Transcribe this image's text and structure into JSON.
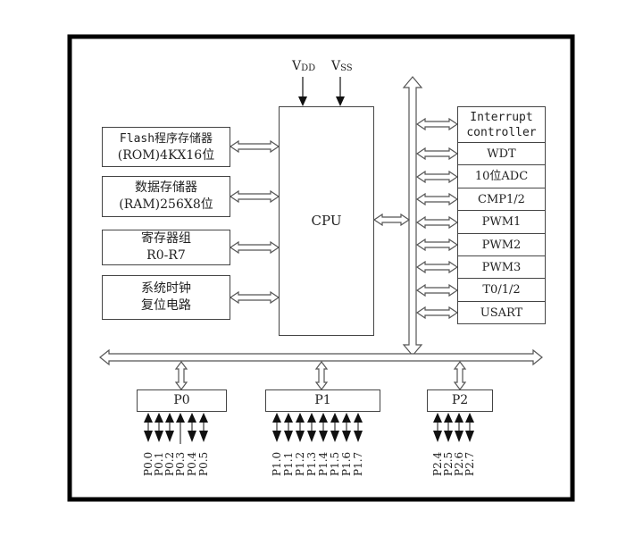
{
  "diagram": {
    "type": "MCU block diagram",
    "power": {
      "vdd": {
        "main": "V",
        "sub": "DD"
      },
      "vss": {
        "main": "V",
        "sub": "SS"
      }
    },
    "cpu_label": "CPU",
    "memory_blocks": [
      {
        "line1": "Flash程序存储器",
        "line2": "(ROM)4KX16位"
      },
      {
        "line1": "数据存储器",
        "line2": "(RAM)256X8位"
      },
      {
        "line1": "寄存器组",
        "line2": "R0-R7"
      },
      {
        "line1": "系统时钟",
        "line2": "复位电路"
      }
    ],
    "peripherals": [
      {
        "line1": "Interrupt",
        "line2": "controller"
      },
      {
        "line1": "WDT"
      },
      {
        "line1": "10位ADC"
      },
      {
        "line1": "CMP1/2"
      },
      {
        "line1": "PWM1"
      },
      {
        "line1": "PWM2"
      },
      {
        "line1": "PWM3"
      },
      {
        "line1": "T0/1/2"
      },
      {
        "line1": "USART"
      }
    ],
    "ports": [
      {
        "name": "P0",
        "pins": [
          "P0.0",
          "P0.1",
          "P0.2",
          "P0.3",
          "P0.4",
          "P0.5"
        ],
        "input_only": [
          "P0.3"
        ]
      },
      {
        "name": "P1",
        "pins": [
          "P1.0",
          "P1.1",
          "P1.2",
          "P1.3",
          "P1.4",
          "P1.5",
          "P1.6",
          "P1.7"
        ],
        "input_only": []
      },
      {
        "name": "P2",
        "pins": [
          "P2.4",
          "P2.5",
          "P2.6",
          "P2.7"
        ],
        "input_only": []
      }
    ]
  }
}
